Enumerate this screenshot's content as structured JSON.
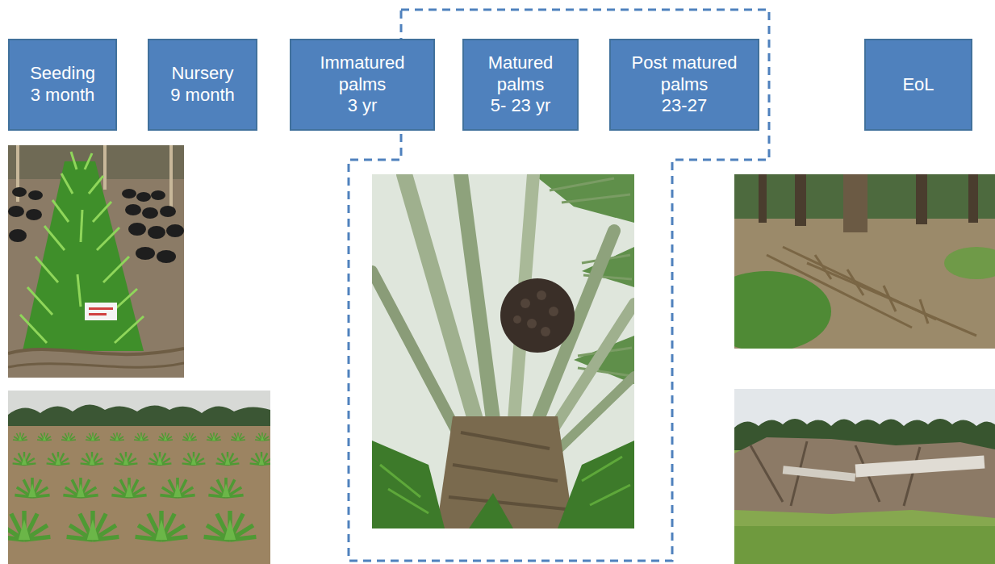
{
  "diagram": {
    "nodes": [
      {
        "text": [
          "Seeding 3 month"
        ]
      },
      {
        "text": [
          "Nursery 9 month"
        ]
      },
      {
        "text": [
          "Immatured palms 3 yr"
        ]
      },
      {
        "text": [
          "Matured palms 5- 23 yr"
        ]
      },
      {
        "text": [
          "Post matured palms 23-27"
        ]
      },
      {
        "text": [
          "EoL"
        ]
      }
    ]
  }
}
